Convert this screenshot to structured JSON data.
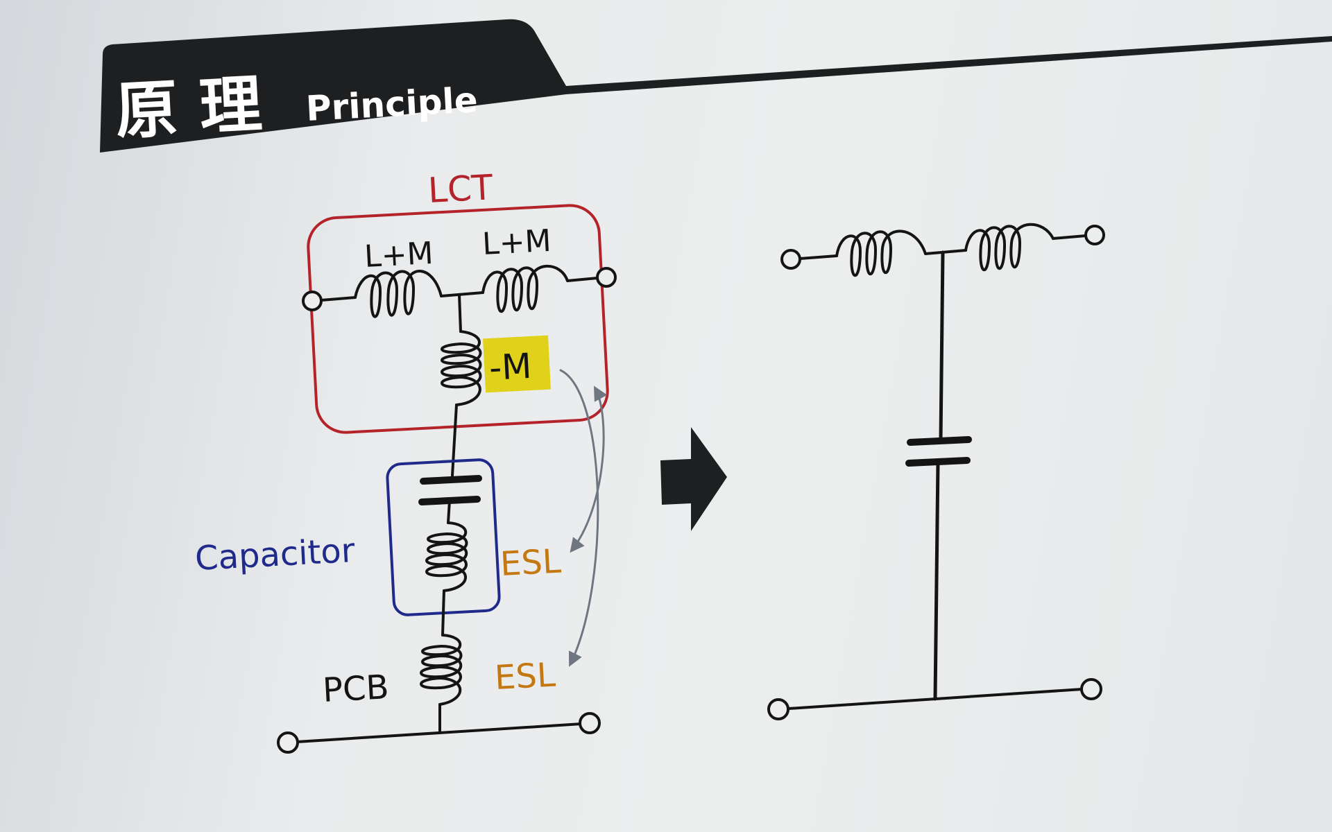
{
  "header": {
    "title_cjk": "原 理",
    "title_en": "Principle"
  },
  "lct": {
    "title": "LCT",
    "inductor_left_label": "L+M",
    "inductor_right_label": "L+M",
    "mutual_label": "-M"
  },
  "capacitor": {
    "label": "Capacitor",
    "esl_label": "ESL"
  },
  "pcb": {
    "label": "PCB",
    "esl_label": "ESL"
  },
  "colors": {
    "header_bg": "#1e1f21",
    "header_text": "#ffffff",
    "lct_box": "#b4222a",
    "lct_title": "#b4222a",
    "capacitor_box": "#1f2a8a",
    "capacitor_label": "#1f2a8a",
    "esl_text": "#c47812",
    "mutual_highlight": "#e0d21a",
    "wire": "#141414",
    "arrow_curve": "#6f7680"
  }
}
